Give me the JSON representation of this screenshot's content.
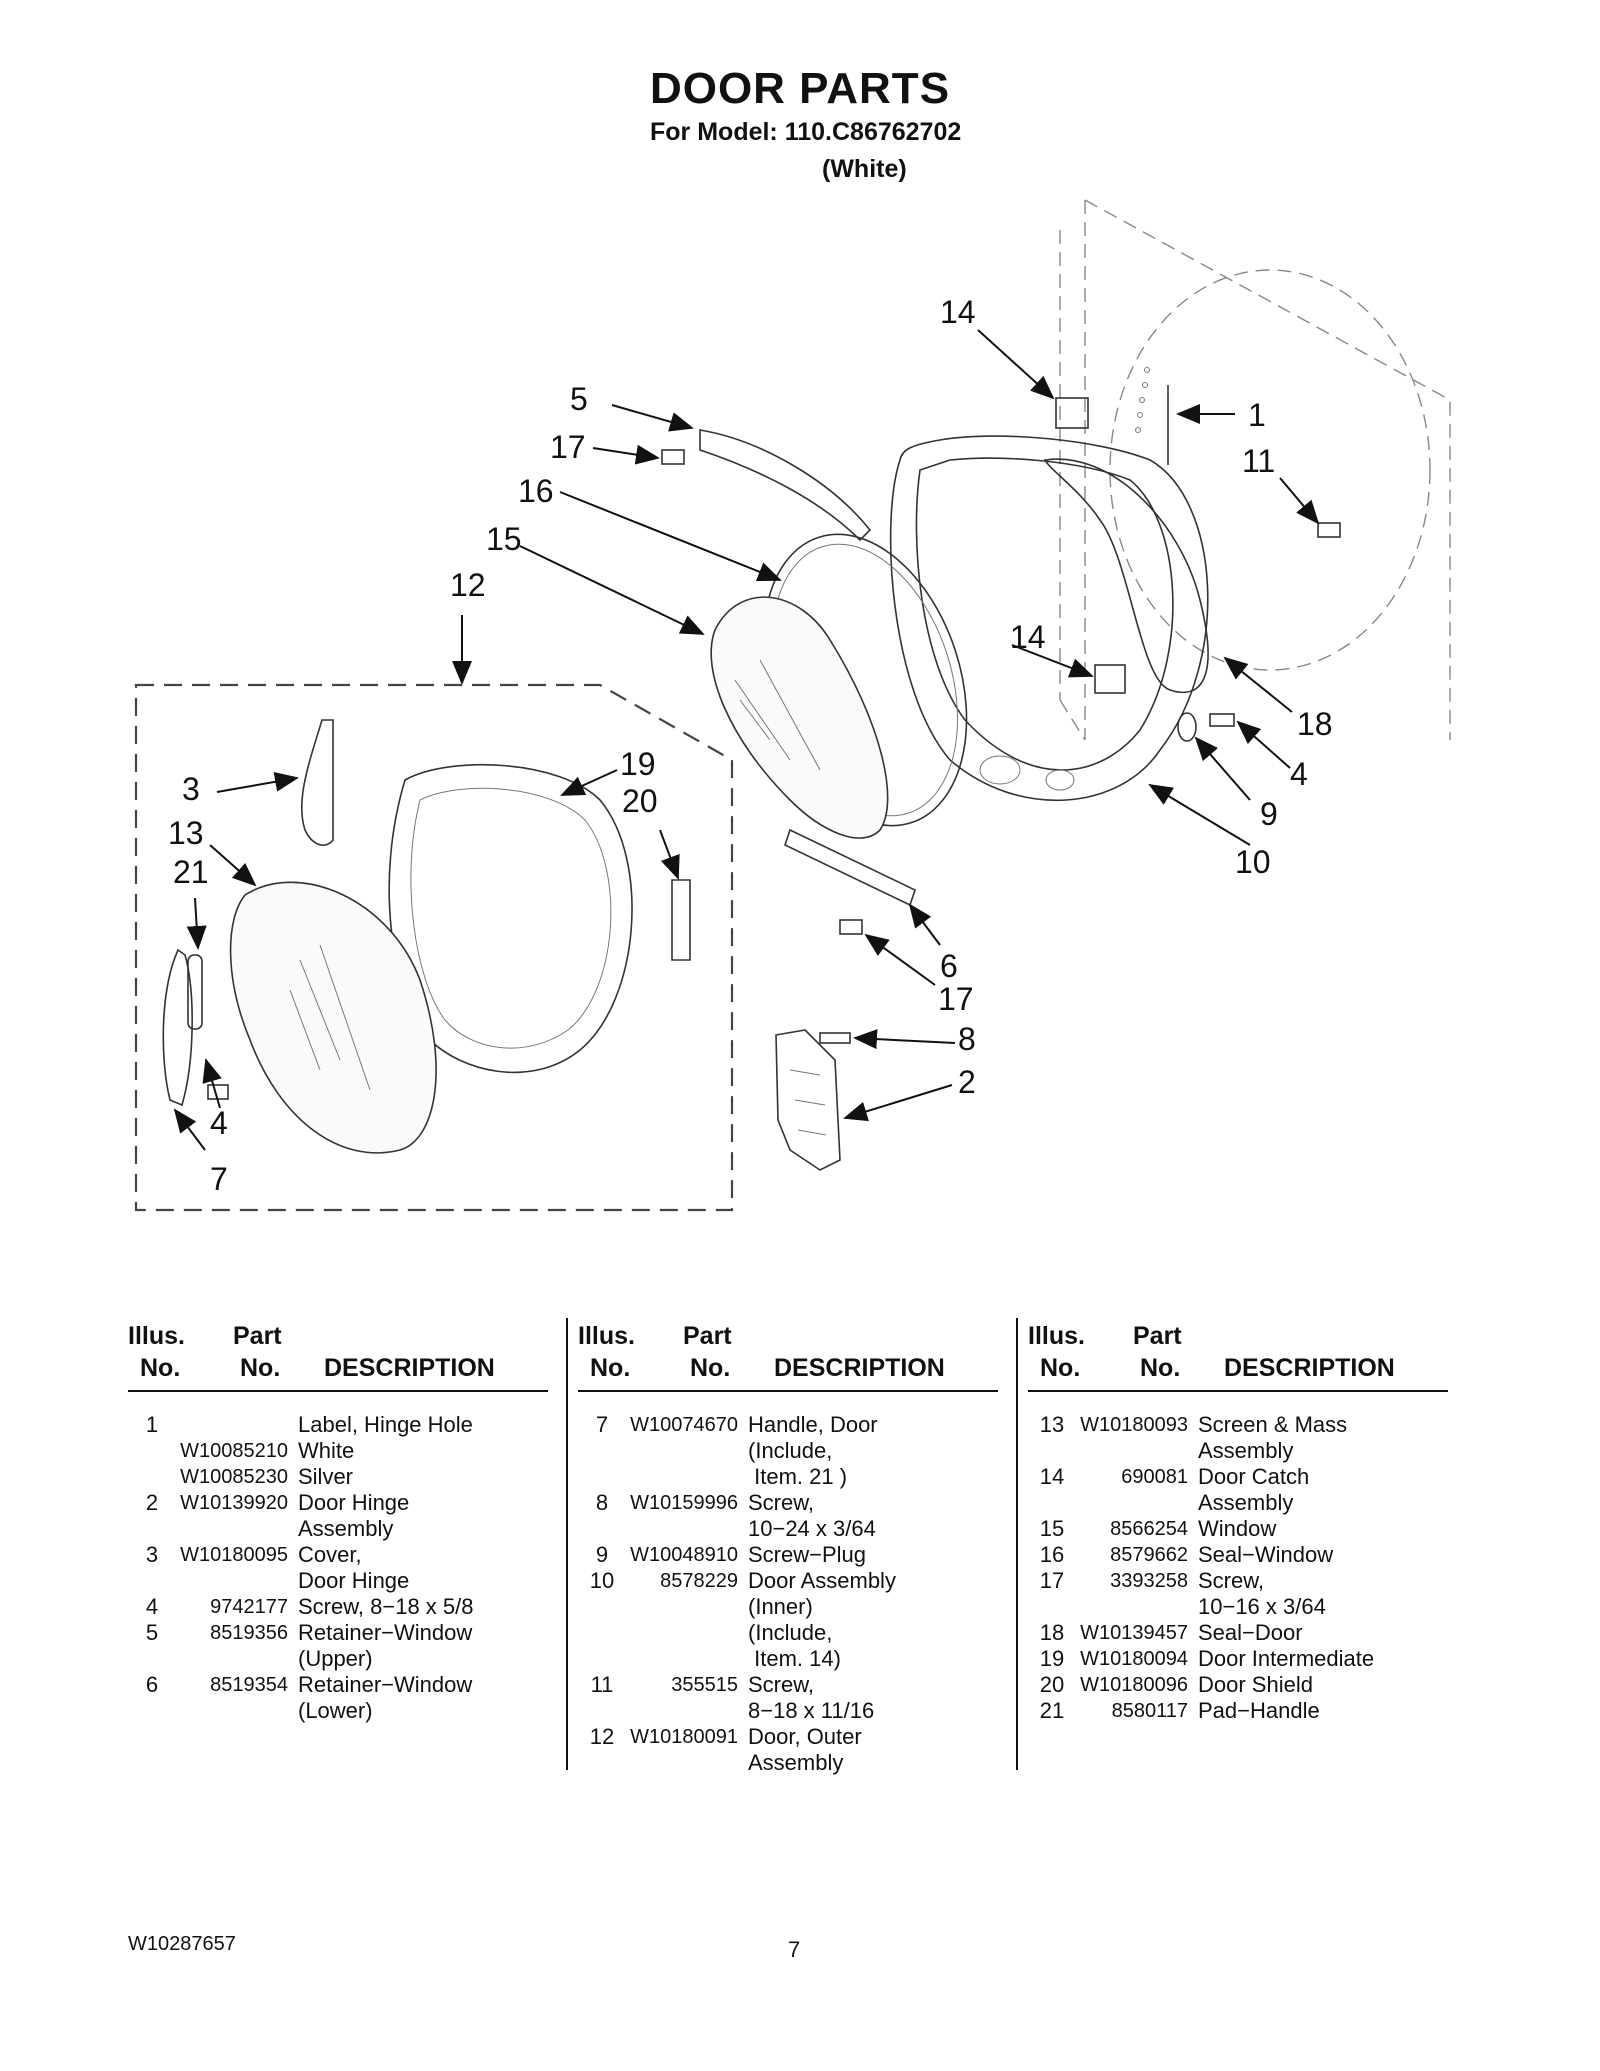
{
  "header": {
    "title": "DOOR PARTS",
    "model": "For Model: 110.C86762702",
    "color": "(White)"
  },
  "diagram": {
    "callouts": [
      "14",
      "5",
      "17",
      "16",
      "15",
      "12",
      "1",
      "11",
      "14",
      "18",
      "4",
      "9",
      "10",
      "3",
      "13",
      "21",
      "19",
      "20",
      "6",
      "17",
      "8",
      "2",
      "4",
      "7"
    ]
  },
  "table": {
    "headers": {
      "illus": "Illus.",
      "no": "No.",
      "part": "Part",
      "partno": "No.",
      "description": "DESCRIPTION"
    },
    "col1": [
      {
        "no": "1",
        "part": "",
        "desc": "Label, Hinge Hole"
      },
      {
        "no": "",
        "part": "W10085210",
        "desc": "White"
      },
      {
        "no": "",
        "part": "W10085230",
        "desc": "Silver"
      },
      {
        "no": "2",
        "part": "W10139920",
        "desc": "Door Hinge"
      },
      {
        "no": "",
        "part": "",
        "desc": "Assembly"
      },
      {
        "no": "3",
        "part": "W10180095",
        "desc": "Cover,"
      },
      {
        "no": "",
        "part": "",
        "desc": "Door Hinge"
      },
      {
        "no": "4",
        "part": "9742177",
        "desc": "Screw, 8−18 x 5/8"
      },
      {
        "no": "5",
        "part": "8519356",
        "desc": "Retainer−Window"
      },
      {
        "no": "",
        "part": "",
        "desc": "(Upper)"
      },
      {
        "no": "6",
        "part": "8519354",
        "desc": "Retainer−Window"
      },
      {
        "no": "",
        "part": "",
        "desc": "(Lower)"
      }
    ],
    "col2": [
      {
        "no": "7",
        "part": "W10074670",
        "desc": "Handle, Door"
      },
      {
        "no": "",
        "part": "",
        "desc": "(Include,"
      },
      {
        "no": "",
        "part": "",
        "desc": " Item. 21 )"
      },
      {
        "no": "8",
        "part": "W10159996",
        "desc": "Screw,"
      },
      {
        "no": "",
        "part": "",
        "desc": "10−24 x 3/64"
      },
      {
        "no": "9",
        "part": "W10048910",
        "desc": "Screw−Plug"
      },
      {
        "no": "10",
        "part": "8578229",
        "desc": "Door Assembly"
      },
      {
        "no": "",
        "part": "",
        "desc": "(Inner)"
      },
      {
        "no": "",
        "part": "",
        "desc": "(Include,"
      },
      {
        "no": "",
        "part": "",
        "desc": " Item. 14)"
      },
      {
        "no": "11",
        "part": "355515",
        "desc": "Screw,"
      },
      {
        "no": "",
        "part": "",
        "desc": "8−18 x 11/16"
      },
      {
        "no": "12",
        "part": "W10180091",
        "desc": "Door, Outer"
      },
      {
        "no": "",
        "part": "",
        "desc": "Assembly"
      }
    ],
    "col3": [
      {
        "no": "13",
        "part": "W10180093",
        "desc": "Screen & Mass"
      },
      {
        "no": "",
        "part": "",
        "desc": "Assembly"
      },
      {
        "no": "14",
        "part": "690081",
        "desc": "Door Catch"
      },
      {
        "no": "",
        "part": "",
        "desc": "Assembly"
      },
      {
        "no": "15",
        "part": "8566254",
        "desc": "Window"
      },
      {
        "no": "16",
        "part": "8579662",
        "desc": "Seal−Window"
      },
      {
        "no": "17",
        "part": "3393258",
        "desc": "Screw,"
      },
      {
        "no": "",
        "part": "",
        "desc": "10−16 x 3/64"
      },
      {
        "no": "18",
        "part": "W10139457",
        "desc": "Seal−Door"
      },
      {
        "no": "19",
        "part": "W10180094",
        "desc": "Door Intermediate"
      },
      {
        "no": "20",
        "part": "W10180096",
        "desc": "Door Shield"
      },
      {
        "no": "21",
        "part": "8580117",
        "desc": "Pad−Handle"
      }
    ]
  },
  "footer": {
    "doc_number": "W10287657",
    "page": "7"
  }
}
